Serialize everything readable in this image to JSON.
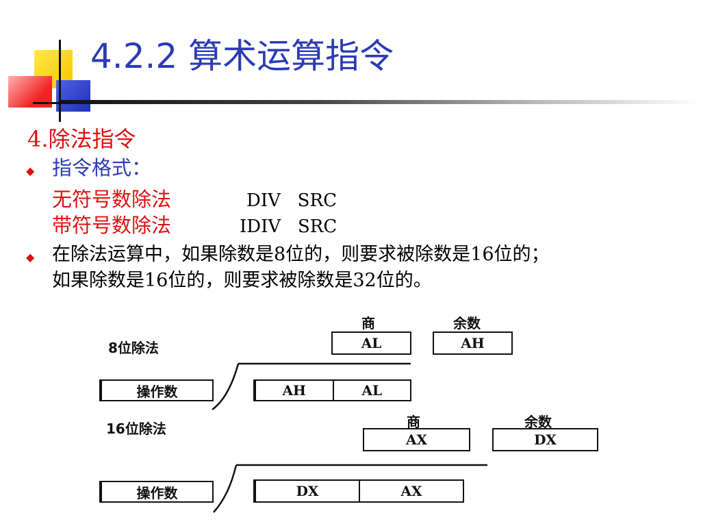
{
  "title": "4.2.2 算术运算指令",
  "section": {
    "heading": "4.除法指令"
  },
  "bullets": [
    {
      "label": "指令格式：",
      "lines": [
        {
          "name": "无符号数除法",
          "code": "DIV   SRC"
        },
        {
          "name": "带符号数除法",
          "code": "IDIV   SRC"
        }
      ]
    },
    {
      "text1": "在除法运算中，如果除数是8位的，则要求被除数是16位的；",
      "text2": "如果除数是16位的，则要求被除数是32位的。"
    }
  ],
  "diagram": {
    "div8": {
      "label": "8位除法",
      "quotient_label": "商",
      "remainder_label": "余数",
      "quotient": "AL",
      "remainder": "AH",
      "operand": "操作数",
      "dividend": [
        "AH",
        "AL"
      ]
    },
    "div16": {
      "label": "16位除法",
      "quotient_label": "商",
      "remainder_label": "余数",
      "quotient": "AX",
      "remainder": "DX",
      "operand": "操作数",
      "dividend": [
        "DX",
        "AX"
      ]
    }
  },
  "colors": {
    "title": "#2b3bb3",
    "accent_red": "#e01010",
    "label_blue": "#2b3bb3"
  }
}
